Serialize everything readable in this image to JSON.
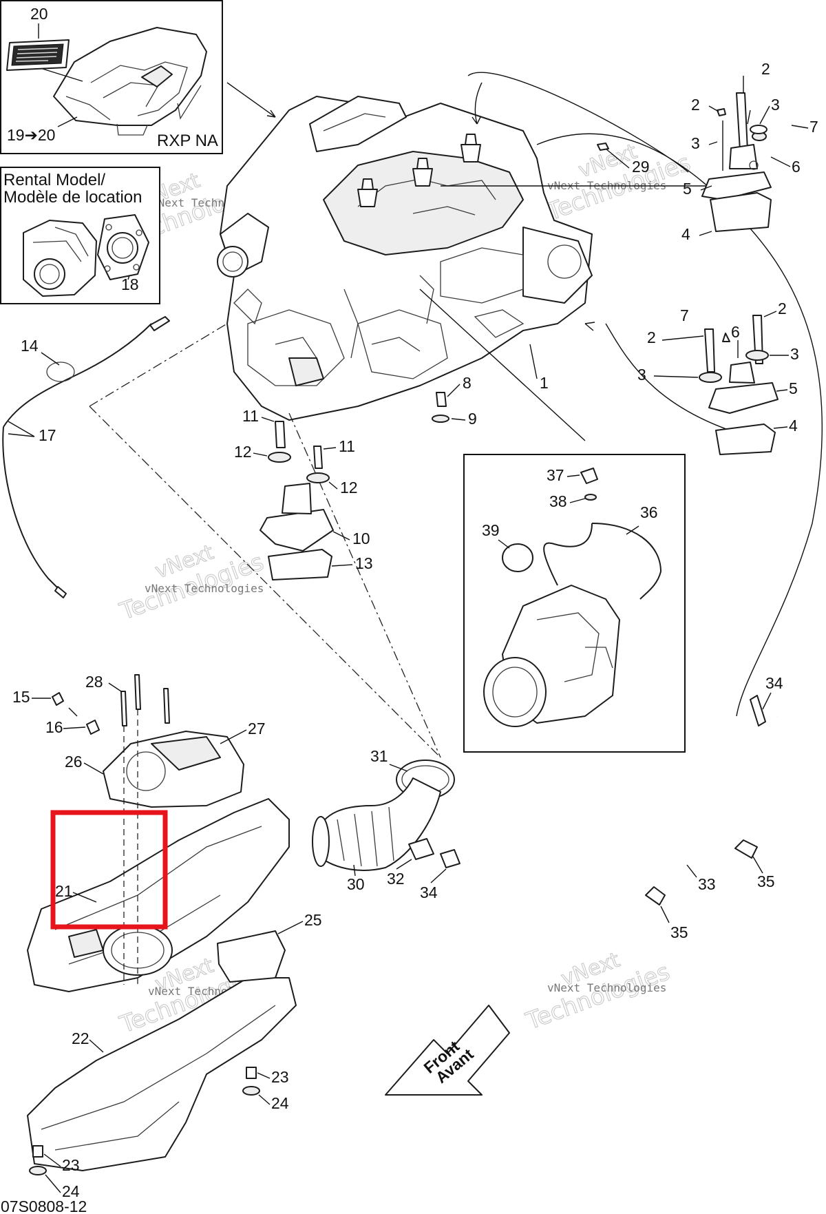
{
  "inset_rxp": {
    "label": "RXP NA",
    "callout_top": "20",
    "callout_bottom": "19➔20"
  },
  "inset_rental": {
    "line1": "Rental Model/",
    "line2": "Modèle de location",
    "callout": "18"
  },
  "callouts": {
    "c1": "1",
    "c2a": "2",
    "c2b": "2",
    "c2c": "2",
    "c2d": "2",
    "c3a": "3",
    "c3b": "3",
    "c3c": "3",
    "c3d": "3",
    "c4a": "4",
    "c4b": "4",
    "c5a": "5",
    "c5b": "5",
    "c6a": "6",
    "c6b": "6",
    "c7a": "7",
    "c7b": "7",
    "c8": "8",
    "c9": "9",
    "c10": "10",
    "c11a": "11",
    "c11b": "11",
    "c12a": "12",
    "c12b": "12",
    "c13": "13",
    "c14": "14",
    "c15": "15",
    "c16": "16",
    "c17": "17",
    "c21": "21",
    "c22": "22",
    "c23a": "23",
    "c23b": "23",
    "c24a": "24",
    "c24b": "24",
    "c25": "25",
    "c26": "26",
    "c27": "27",
    "c28": "28",
    "c29": "29",
    "c30": "30",
    "c31": "31",
    "c32": "32",
    "c33": "33",
    "c34a": "34",
    "c34b": "34",
    "c35a": "35",
    "c35b": "35",
    "c36": "36",
    "c37": "37",
    "c38": "38",
    "c39": "39"
  },
  "front_arrow": {
    "line1": "Front",
    "line2": "Avant"
  },
  "drawing_code": "07S0808-12",
  "watermark": {
    "brand": "vNext",
    "company": "vNext Technologies",
    "outline": "Technologies"
  },
  "highlight": {
    "color": "#e8141b",
    "target_callout": "21"
  }
}
